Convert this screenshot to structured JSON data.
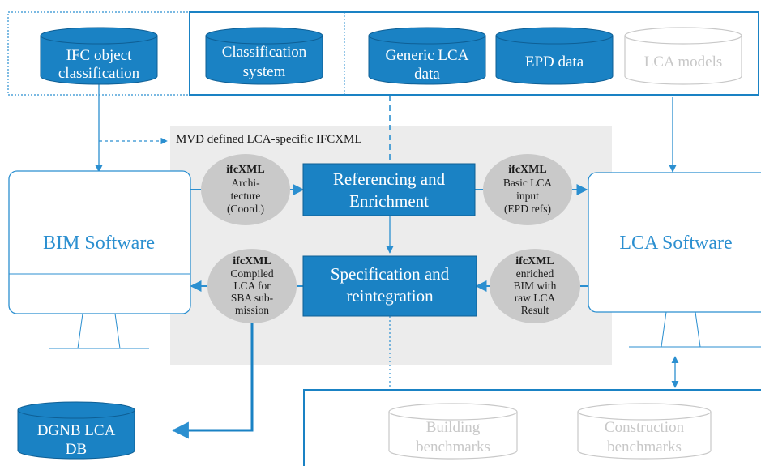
{
  "colors": {
    "primary": "#1a82c4",
    "primary_dark": "#0e5f95",
    "line": "#2b8fd0",
    "grey_region": "#ececec",
    "circle_fill": "#c9c9c9",
    "faded": "#c8c8c8"
  },
  "databases": {
    "ifc_classification": [
      "IFC object",
      "classification"
    ],
    "classification_system": [
      "Classification",
      "system"
    ],
    "generic_lca": [
      "Generic LCA",
      "data"
    ],
    "epd": [
      "EPD data"
    ],
    "lca_models": [
      "LCA models"
    ],
    "dgnb": [
      "DGNB LCA",
      "DB"
    ],
    "building_benchmarks": [
      "Building",
      "benchmarks"
    ],
    "construction_benchmarks": [
      "Construction",
      "benchmarks"
    ]
  },
  "region_label": "MVD defined LCA-specific IFCXML",
  "circles": {
    "architecture": {
      "title": "ifcXML",
      "lines": [
        "Archi-",
        "tecture",
        "(Coord.)"
      ]
    },
    "basic_lca": {
      "title": "ifcXML",
      "lines": [
        "Basic LCA",
        "input",
        "(EPD refs)"
      ]
    },
    "compiled_lca": {
      "title": "ifcXML",
      "lines": [
        "Compiled",
        "LCA for",
        "SBA sub-",
        "mission"
      ]
    },
    "enriched_bim": {
      "title": "ifcXML",
      "lines": [
        "enriched",
        "BIM with",
        "raw LCA",
        "Result"
      ]
    }
  },
  "process_boxes": {
    "referencing": [
      "Referencing and",
      "Enrichment"
    ],
    "specification": [
      "Specification and",
      "reintegration"
    ]
  },
  "monitors": {
    "bim": "BIM Software",
    "lca": "LCA Software"
  }
}
